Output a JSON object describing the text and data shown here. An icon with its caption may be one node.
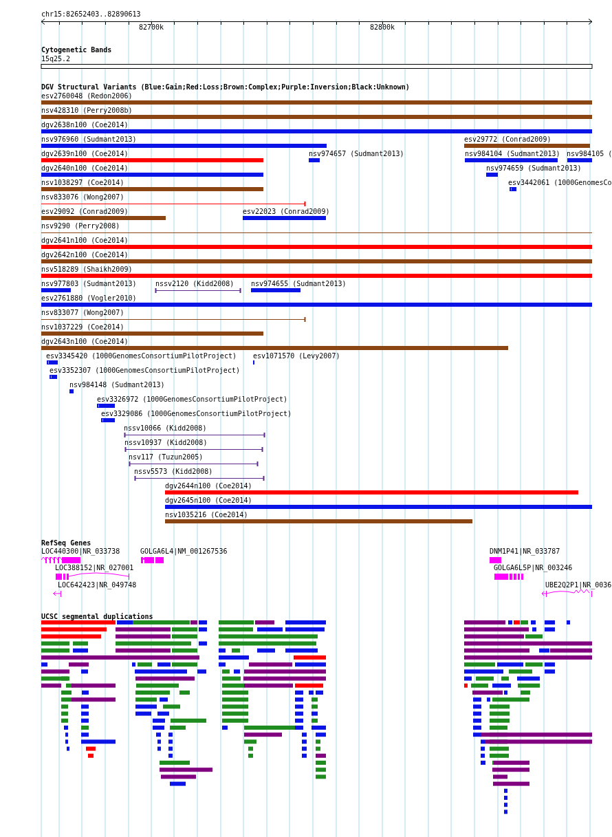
{
  "diagram": {
    "labels": [
      "chr15:82652403..82890613",
      "82700k",
      "82800k",
      "Cytogenetic Bands",
      "15q25.2",
      "DGV Structural Variants (Blue:Gain;Red:Loss;Brown:Complex;Purple:Inversion;Black:Unknown)",
      "esv2760048 (Redon2006)",
      "nsv428310 (Perry2008b)",
      "dgv2638n100 (Coe2014)",
      "nsv976960 (Sudmant2013)",
      "esv29772 (Conrad2009)",
      "dgv2639n100 (Coe2014)",
      "nsv974657 (Sudmant2013)",
      "nsv984104 (Sudmant2013)",
      "nsv984105 (",
      "dgv2640n100 (Coe2014)",
      "nsv974659 (Sudmant2013)",
      "nsv1038297 (Coe2014)",
      "esv3442061 (1000GenomesCo",
      "nsv833076 (Wong2007)",
      "esv29092 (Conrad2009)",
      "esv22023 (Conrad2009)",
      "nsv9290 (Perry2008)",
      "dgv2641n100 (Coe2014)",
      "dgv2642n100 (Coe2014)",
      "nsv518289 (Shaikh2009)",
      "nsv977803 (Sudmant2013)",
      "nssv2120 (Kidd2008)",
      "nsv974655 (Sudmant2013)",
      "esv2761880 (Vogler2010)",
      "nsv833077 (Wong2007)",
      "nsv1037229 (Coe2014)",
      "dgv2643n100 (Coe2014)",
      "esv3345420 (1000GenomesConsortiumPilotProject)",
      "esv1071570 (Levy2007)",
      "esv3352307 (1000GenomesConsortiumPilotProject)",
      "nsv984148 (Sudmant2013)",
      "esv3326972 (1000GenomesConsortiumPilotProject)",
      "esv3329086 (1000GenomesConsortiumPilotProject)",
      "nssv10066 (Kidd2008)",
      "nssv10937 (Kidd2008)",
      "nsv117 (Tuzun2005)",
      "nssv5573 (Kidd2008)",
      "dgv2644n100 (Coe2014)",
      "dgv2645n100 (Coe2014)",
      "nsv1035216 (Coe2014)",
      "RefSeq Genes",
      "LOC440300|NR_033738",
      "GOLGA6L4|NM_001267536",
      "DNM1P41|NR_033787",
      "LOC388152|NR_027001",
      "GOLGA6L5P|NR_003246",
      "LOC642423|NR_049748",
      "UBE2Q2P1|NR_0036",
      "UCSC segmental duplications"
    ]
  }
}
